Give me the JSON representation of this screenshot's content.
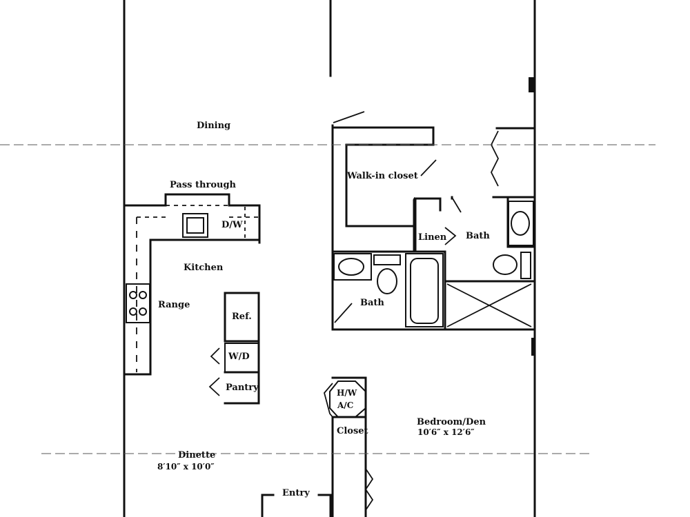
{
  "rooms": {
    "dining": "Dining",
    "pass_through": "Pass through",
    "dw": "D/W",
    "kitchen": "Kitchen",
    "range": "Range",
    "ref": "Ref.",
    "wd": "W/D",
    "pantry": "Pantry",
    "walk_in_closet": "Walk-in closet",
    "linen": "Linen",
    "bath_master": "Bath",
    "bath_hall": "Bath",
    "hwac_line1": "H/W",
    "hwac_line2": "A/C",
    "closet": "Closet",
    "bedroom_den": "Bedroom/Den",
    "bedroom_den_size": "10′6″ x 12′6″",
    "dinette": "Dinette",
    "dinette_size": "8′10″ x 10′0″",
    "entry": "Entry"
  },
  "colors": {
    "wall": "#111111",
    "paper": "#ffffff",
    "scan_line": "#555555"
  }
}
